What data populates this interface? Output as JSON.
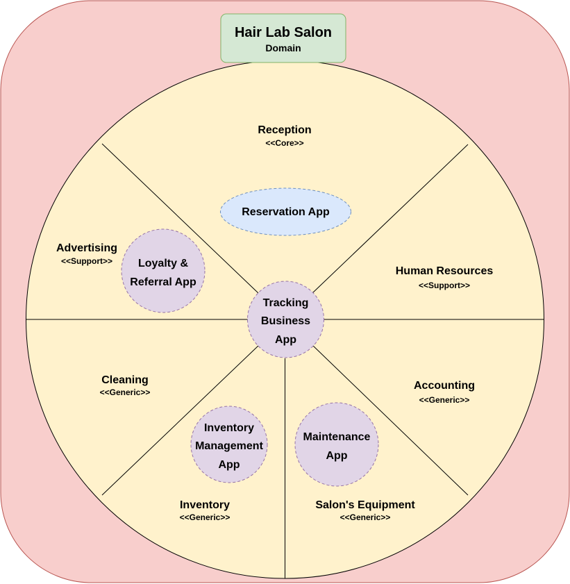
{
  "colors": {
    "background": "#f8cecc",
    "background_border": "#b85450",
    "circle_fill": "#fff2cc",
    "divider": "#000000",
    "domain_fill": "#d5e8d4",
    "domain_border": "#82b366",
    "app_fill": "#e1d5e7",
    "app_border": "#9673a6",
    "reservation_fill": "#dae8fc",
    "reservation_border": "#6c8ebf"
  },
  "domain": {
    "title": "Hair Lab Salon",
    "subtitle": "Domain"
  },
  "sectors": [
    {
      "id": "reception",
      "name": "Reception",
      "stereotype": "<<Core>>"
    },
    {
      "id": "human-resources",
      "name": "Human Resources",
      "stereotype": "<<Support>>"
    },
    {
      "id": "accounting",
      "name": "Accounting",
      "stereotype": "<<Generic>>"
    },
    {
      "id": "salons-equipment",
      "name": "Salon's Equipment",
      "stereotype": "<<Generic>>"
    },
    {
      "id": "inventory",
      "name": "Inventory",
      "stereotype": "<<Generic>>"
    },
    {
      "id": "cleaning",
      "name": "Cleaning",
      "stereotype": "<<Generic>>"
    },
    {
      "id": "advertising",
      "name": "Advertising",
      "stereotype": "<<Support>>"
    }
  ],
  "apps": {
    "reservation": {
      "lines": [
        "Reservation App"
      ]
    },
    "loyalty": {
      "lines": [
        "Loyalty &",
        "Referral App"
      ]
    },
    "tracking": {
      "lines": [
        "Tracking",
        "Business",
        "App"
      ]
    },
    "inventory_mgmt": {
      "lines": [
        "Inventory",
        "Management",
        "App"
      ]
    },
    "maintenance": {
      "lines": [
        "Maintenance",
        "App"
      ]
    }
  }
}
